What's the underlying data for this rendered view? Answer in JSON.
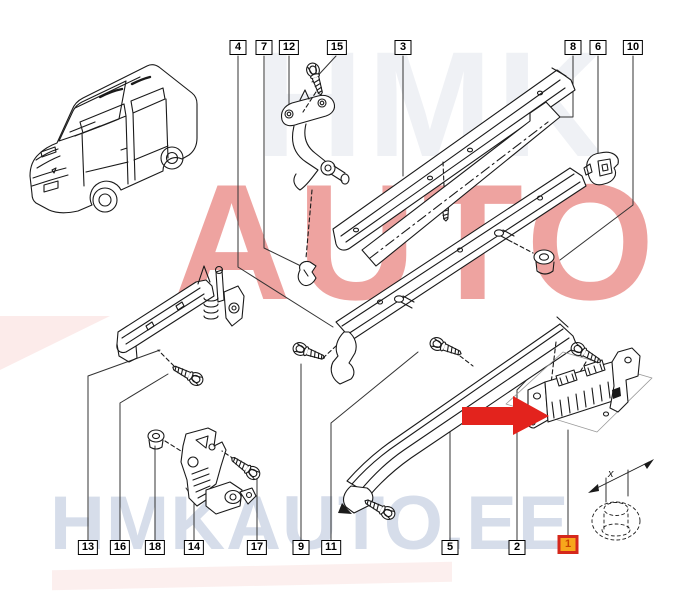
{
  "diagram": {
    "type": "exploded-parts-diagram",
    "subject": "van sliding door rail and roller hardware",
    "dimension_label": "x",
    "highlighted_part": "1",
    "colors": {
      "line": "#1a1a1a",
      "arrow_red": "#e3231d",
      "highlight_border": "#d5281b",
      "highlight_fill": "#f7a61b",
      "watermark_red": "#de4842",
      "watermark_blue": "#d6ddea"
    }
  },
  "callouts": {
    "top": [
      {
        "label": "4"
      },
      {
        "label": "7"
      },
      {
        "label": "12"
      },
      {
        "label": "15"
      },
      {
        "label": "3"
      },
      {
        "label": "8"
      },
      {
        "label": "6"
      },
      {
        "label": "10"
      }
    ],
    "bottom": [
      {
        "label": "13"
      },
      {
        "label": "16"
      },
      {
        "label": "18"
      },
      {
        "label": "14"
      },
      {
        "label": "17"
      },
      {
        "label": "9"
      },
      {
        "label": "11"
      },
      {
        "label": "5"
      },
      {
        "label": "2"
      },
      {
        "label": "1",
        "highlighted": true
      }
    ]
  },
  "watermark": {
    "top": "HMK",
    "middle": "AUTO",
    "bottom": "HMKAUTO.EE"
  }
}
